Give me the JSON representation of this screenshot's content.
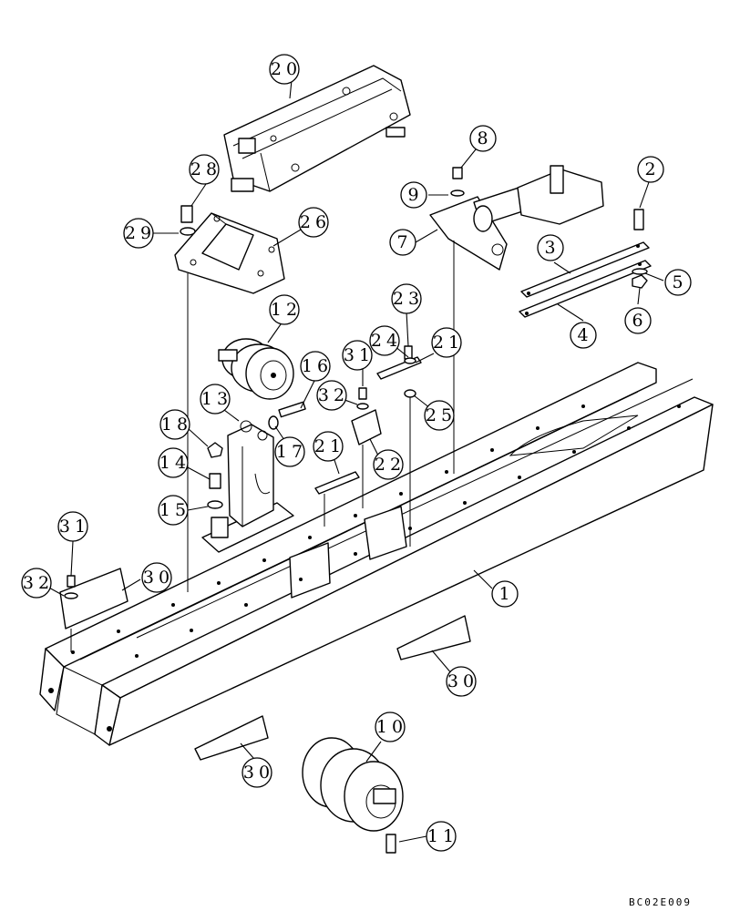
{
  "diagram": {
    "drawing_code": "BC02E009",
    "callouts": [
      {
        "id": "c1",
        "label": "1"
      },
      {
        "id": "c2",
        "label": "2"
      },
      {
        "id": "c3",
        "label": "3"
      },
      {
        "id": "c4",
        "label": "4"
      },
      {
        "id": "c5",
        "label": "5"
      },
      {
        "id": "c6",
        "label": "6"
      },
      {
        "id": "c7",
        "label": "7"
      },
      {
        "id": "c8",
        "label": "8"
      },
      {
        "id": "c9",
        "label": "9"
      },
      {
        "id": "c10",
        "label": "10"
      },
      {
        "id": "c11",
        "label": "11"
      },
      {
        "id": "c12",
        "label": "12"
      },
      {
        "id": "c13",
        "label": "13"
      },
      {
        "id": "c14",
        "label": "14"
      },
      {
        "id": "c15",
        "label": "15"
      },
      {
        "id": "c16",
        "label": "16"
      },
      {
        "id": "c17",
        "label": "17"
      },
      {
        "id": "c18",
        "label": "18"
      },
      {
        "id": "c20",
        "label": "20"
      },
      {
        "id": "c21a",
        "label": "21"
      },
      {
        "id": "c21b",
        "label": "21"
      },
      {
        "id": "c22",
        "label": "22"
      },
      {
        "id": "c23",
        "label": "23"
      },
      {
        "id": "c24",
        "label": "24"
      },
      {
        "id": "c25",
        "label": "25"
      },
      {
        "id": "c26",
        "label": "26"
      },
      {
        "id": "c28",
        "label": "28"
      },
      {
        "id": "c29",
        "label": "29"
      },
      {
        "id": "c30a",
        "label": "30"
      },
      {
        "id": "c30b",
        "label": "30"
      },
      {
        "id": "c30c",
        "label": "30"
      },
      {
        "id": "c31a",
        "label": "31"
      },
      {
        "id": "c31b",
        "label": "31"
      },
      {
        "id": "c32a",
        "label": "32"
      },
      {
        "id": "c32b",
        "label": "32"
      }
    ]
  }
}
